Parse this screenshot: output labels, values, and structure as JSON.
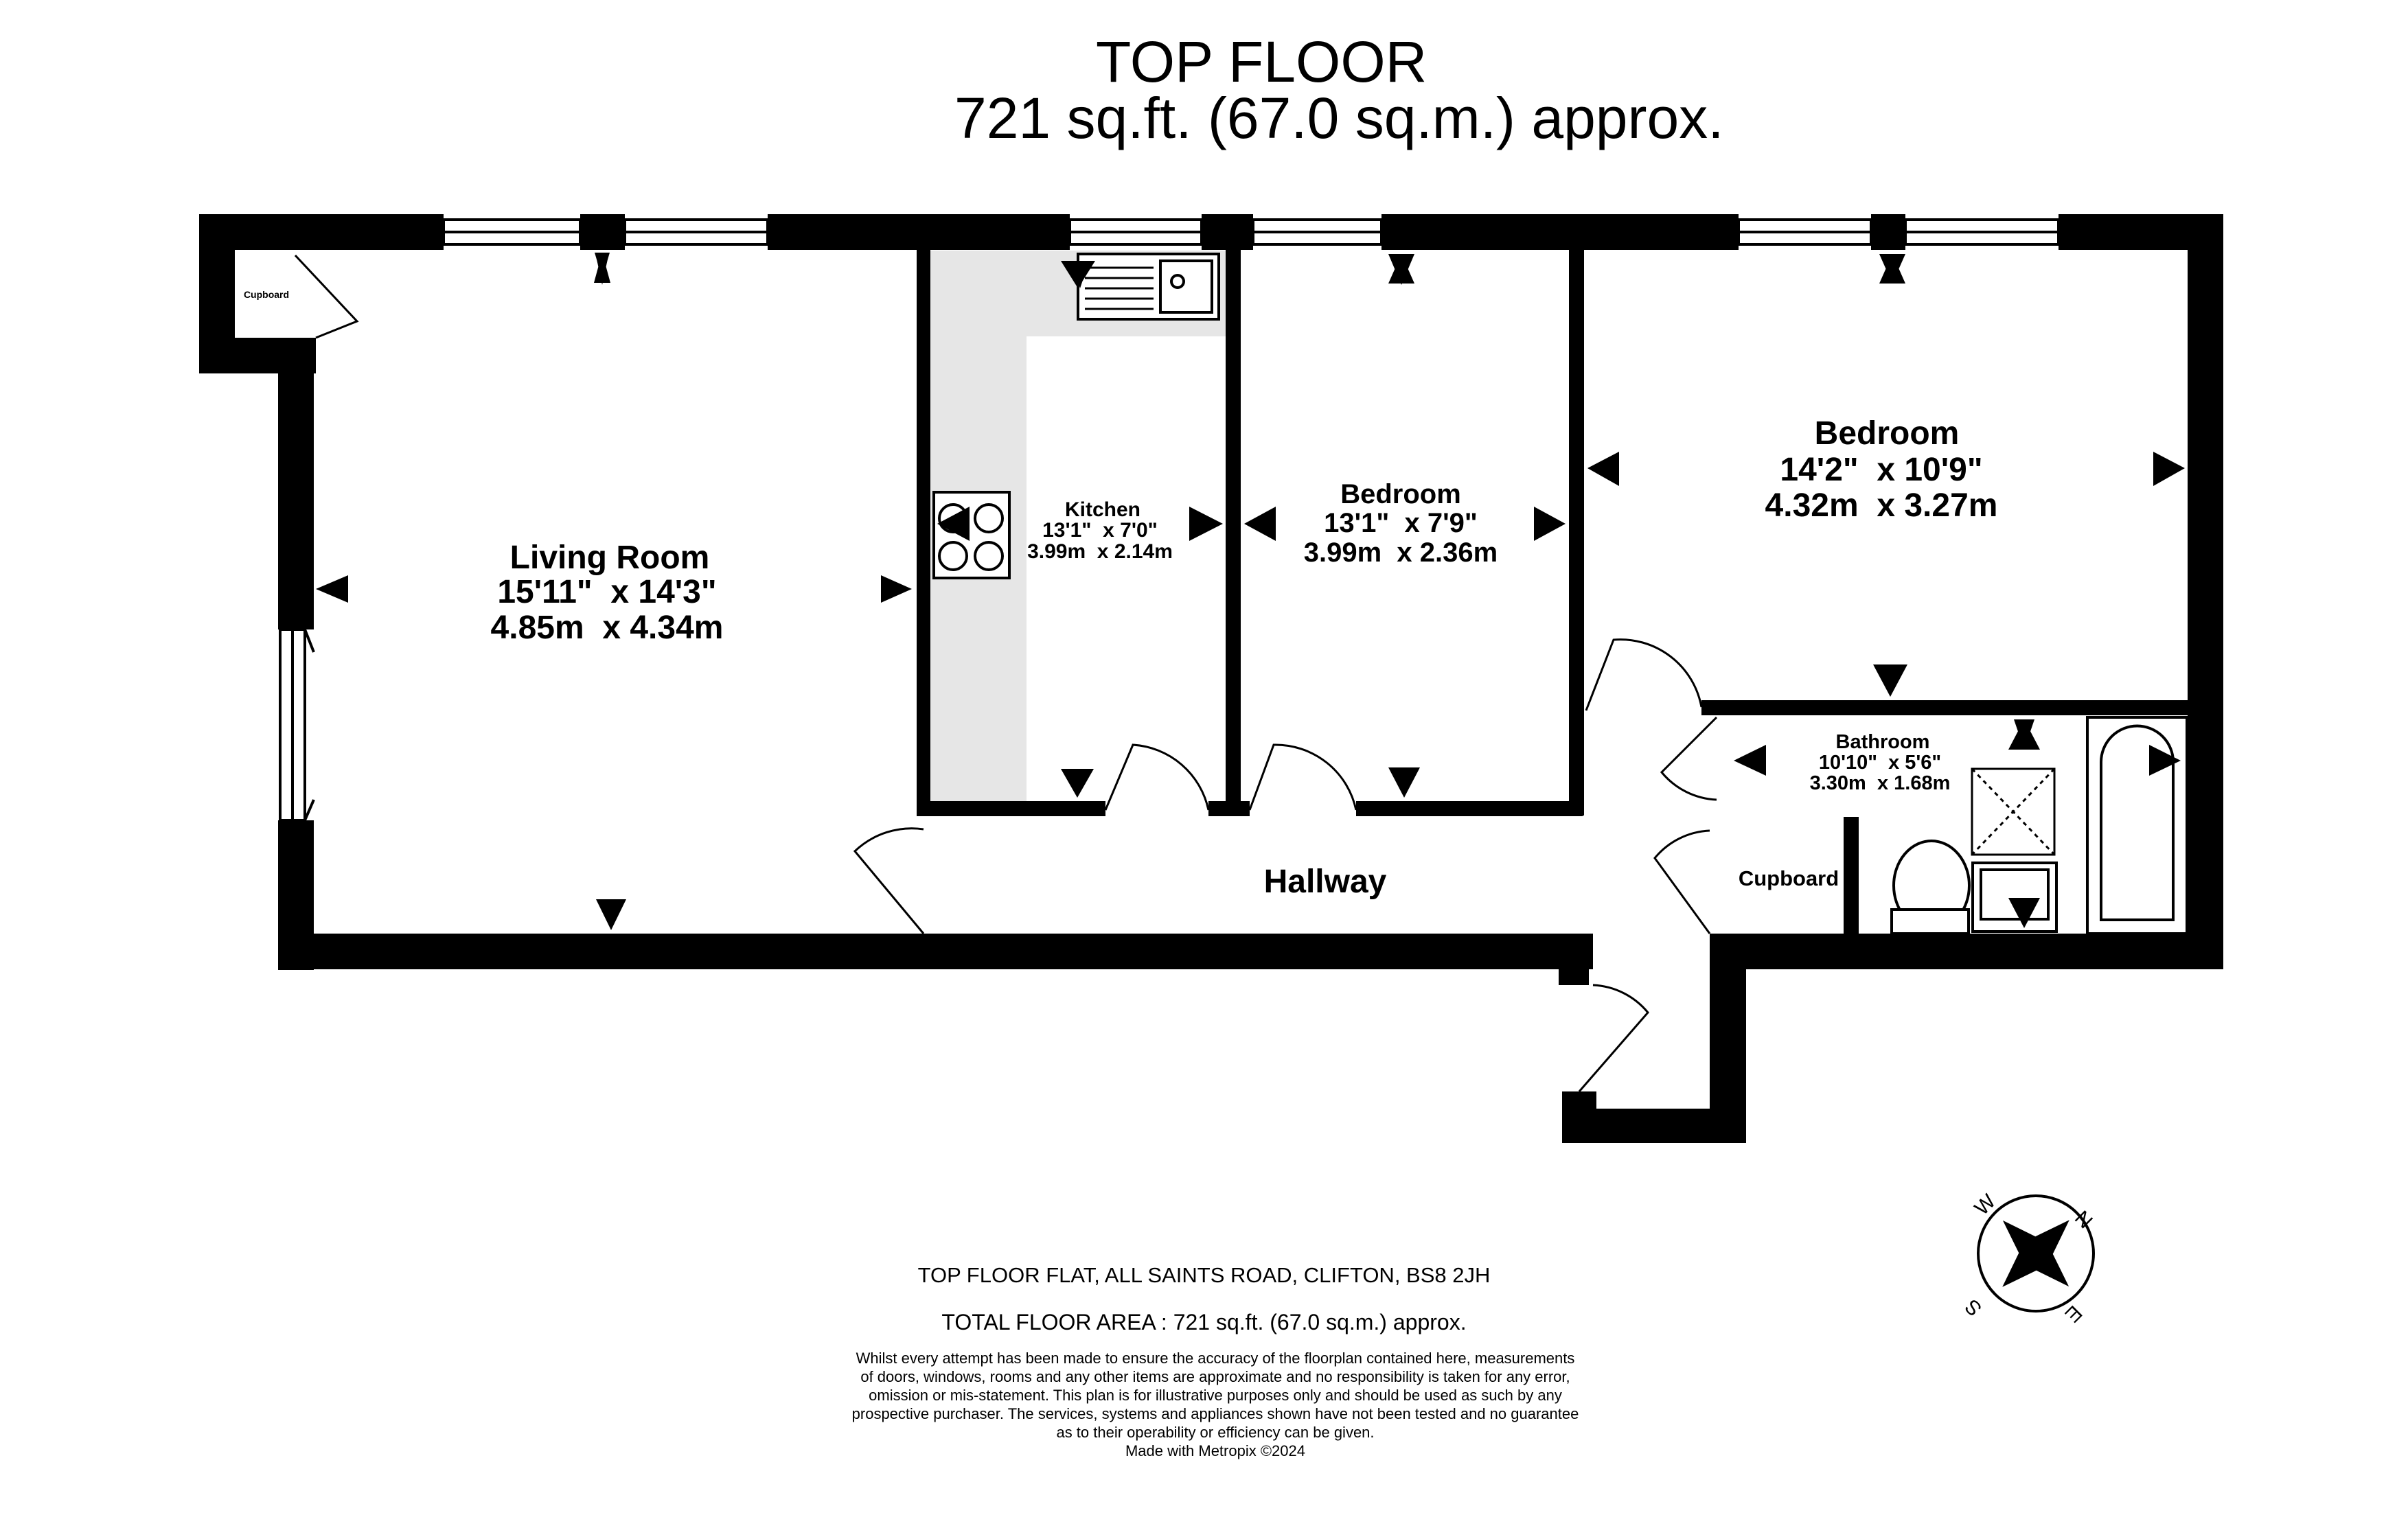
{
  "header": {
    "title": "TOP FLOOR",
    "area": "721 sq.ft. (67.0 sq.m.) approx."
  },
  "rooms": {
    "living": {
      "name": "Living Room",
      "imperial": "15'11\"  x 14'3\"",
      "metric": "4.85m  x 4.34m"
    },
    "kitchen": {
      "name": "Kitchen",
      "imperial": "13'1\"  x 7'0\"",
      "metric": "3.99m  x 2.14m"
    },
    "bedroom2": {
      "name": "Bedroom",
      "imperial": "13'1\"  x 7'9\"",
      "metric": "3.99m  x 2.36m"
    },
    "bedroom1": {
      "name": "Bedroom",
      "imperial": "14'2\"  x 10'9\"",
      "metric": "4.32m  x 3.27m"
    },
    "bathroom": {
      "name": "Bathroom",
      "imperial": "10'10\"  x 5'6\"",
      "metric": "3.30m  x 1.68m"
    },
    "hallway": {
      "name": "Hallway"
    },
    "cupboard_small": {
      "name": "Cupboard"
    },
    "cupboard_hall": {
      "name": "Cupboard"
    }
  },
  "compass": {
    "n": "N",
    "e": "E",
    "s": "S",
    "w": "W"
  },
  "footer": {
    "address": "TOP FLOOR FLAT, ALL SAINTS ROAD, CLIFTON, BS8 2JH",
    "total": "TOTAL FLOOR AREA : 721 sq.ft. (67.0 sq.m.) approx.",
    "disclaimer": [
      "Whilst every attempt has been made to ensure the accuracy of the floorplan contained here, measurements",
      "of doors, windows, rooms and any other items are approximate and no responsibility is taken for any error,",
      "omission or mis-statement. This plan is for illustrative purposes only and should be used as such by any",
      "prospective purchaser. The services, systems and appliances shown have not been tested and no guarantee",
      "as to their operability or efficiency can be given."
    ],
    "credit": "Made with Metropix ©2024"
  },
  "colors": {
    "wall": "#000000",
    "kitchen_counter": "#e6e6e6",
    "background": "#ffffff"
  }
}
